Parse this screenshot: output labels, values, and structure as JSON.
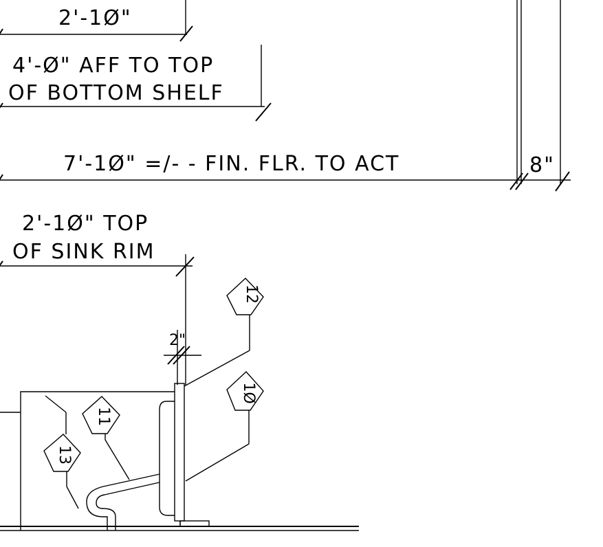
{
  "dimensions": {
    "top_shelf": "2'-1Ø\"",
    "bottom_shelf_line1": "4'-Ø\" AFF TO TOP",
    "bottom_shelf_line2": "OF BOTTOM SHELF",
    "ceiling": "7'-1Ø\" =/- - FIN. FLR. TO ACT",
    "wall": "8\"",
    "sink_line1": "2'-1Ø\" TOP",
    "sink_line2": "OF SINK RIM",
    "offset": "2\""
  },
  "tags": {
    "tag_12": "12",
    "tag_10": "1Ø",
    "tag_11": "11",
    "tag_13": "13"
  }
}
